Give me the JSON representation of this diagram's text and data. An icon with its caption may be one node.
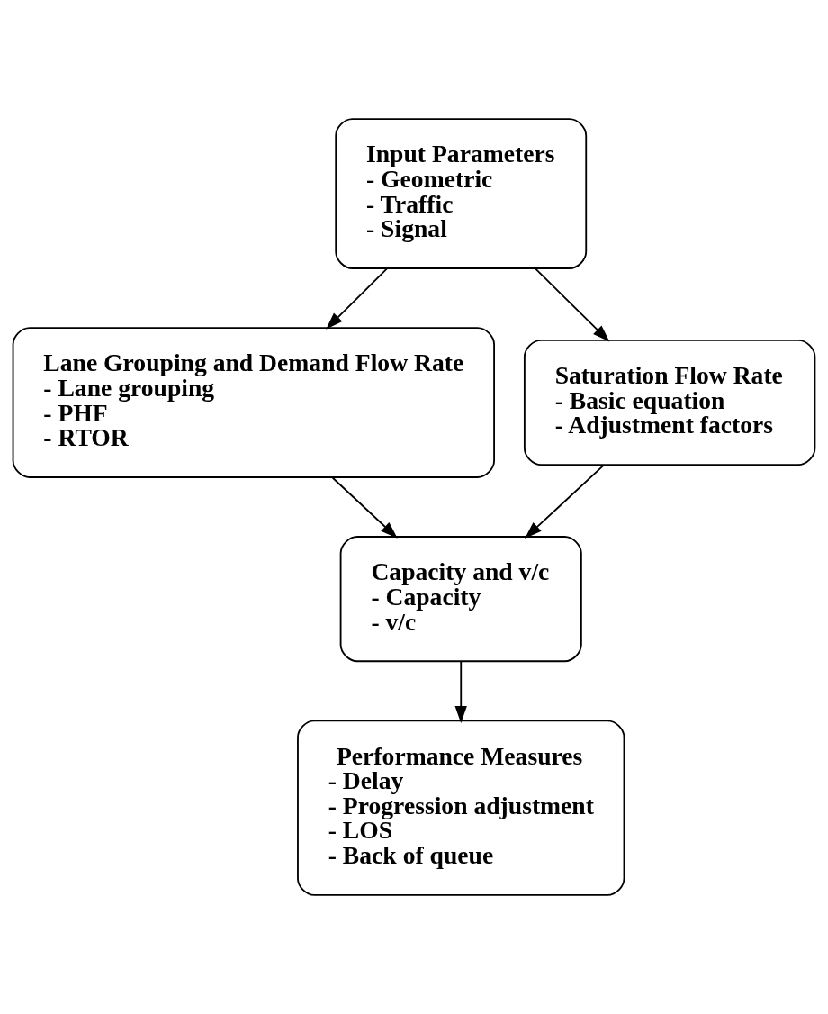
{
  "diagram": {
    "nodes": [
      {
        "text": [
          "Input Parameters",
          "- Geometric",
          "- Traffic",
          "- Signal"
        ]
      },
      {
        "text": [
          "Lane Grouping and Demand Flow Rate",
          "- Lane grouping",
          "- PHF",
          "- RTOR"
        ]
      },
      {
        "text": [
          "Saturation Flow Rate",
          "- Basic equation",
          "- Adjustment factors"
        ]
      },
      {
        "text": [
          "Capacity and v/c",
          "- Capacity",
          "- v/c"
        ]
      },
      {
        "text": [
          "Performance Measures",
          "- Delay",
          "- Progression adjustment",
          "- LOS",
          "- Back of queue"
        ]
      }
    ],
    "edges": [
      {
        "from": 0,
        "to": 1,
        "arrow": "to"
      },
      {
        "from": 0,
        "to": 2,
        "arrow": "to"
      },
      {
        "from": 1,
        "to": 3,
        "arrow": "to"
      },
      {
        "from": 2,
        "to": 3,
        "arrow": "to"
      },
      {
        "from": 3,
        "to": 4,
        "arrow": "to"
      }
    ]
  }
}
